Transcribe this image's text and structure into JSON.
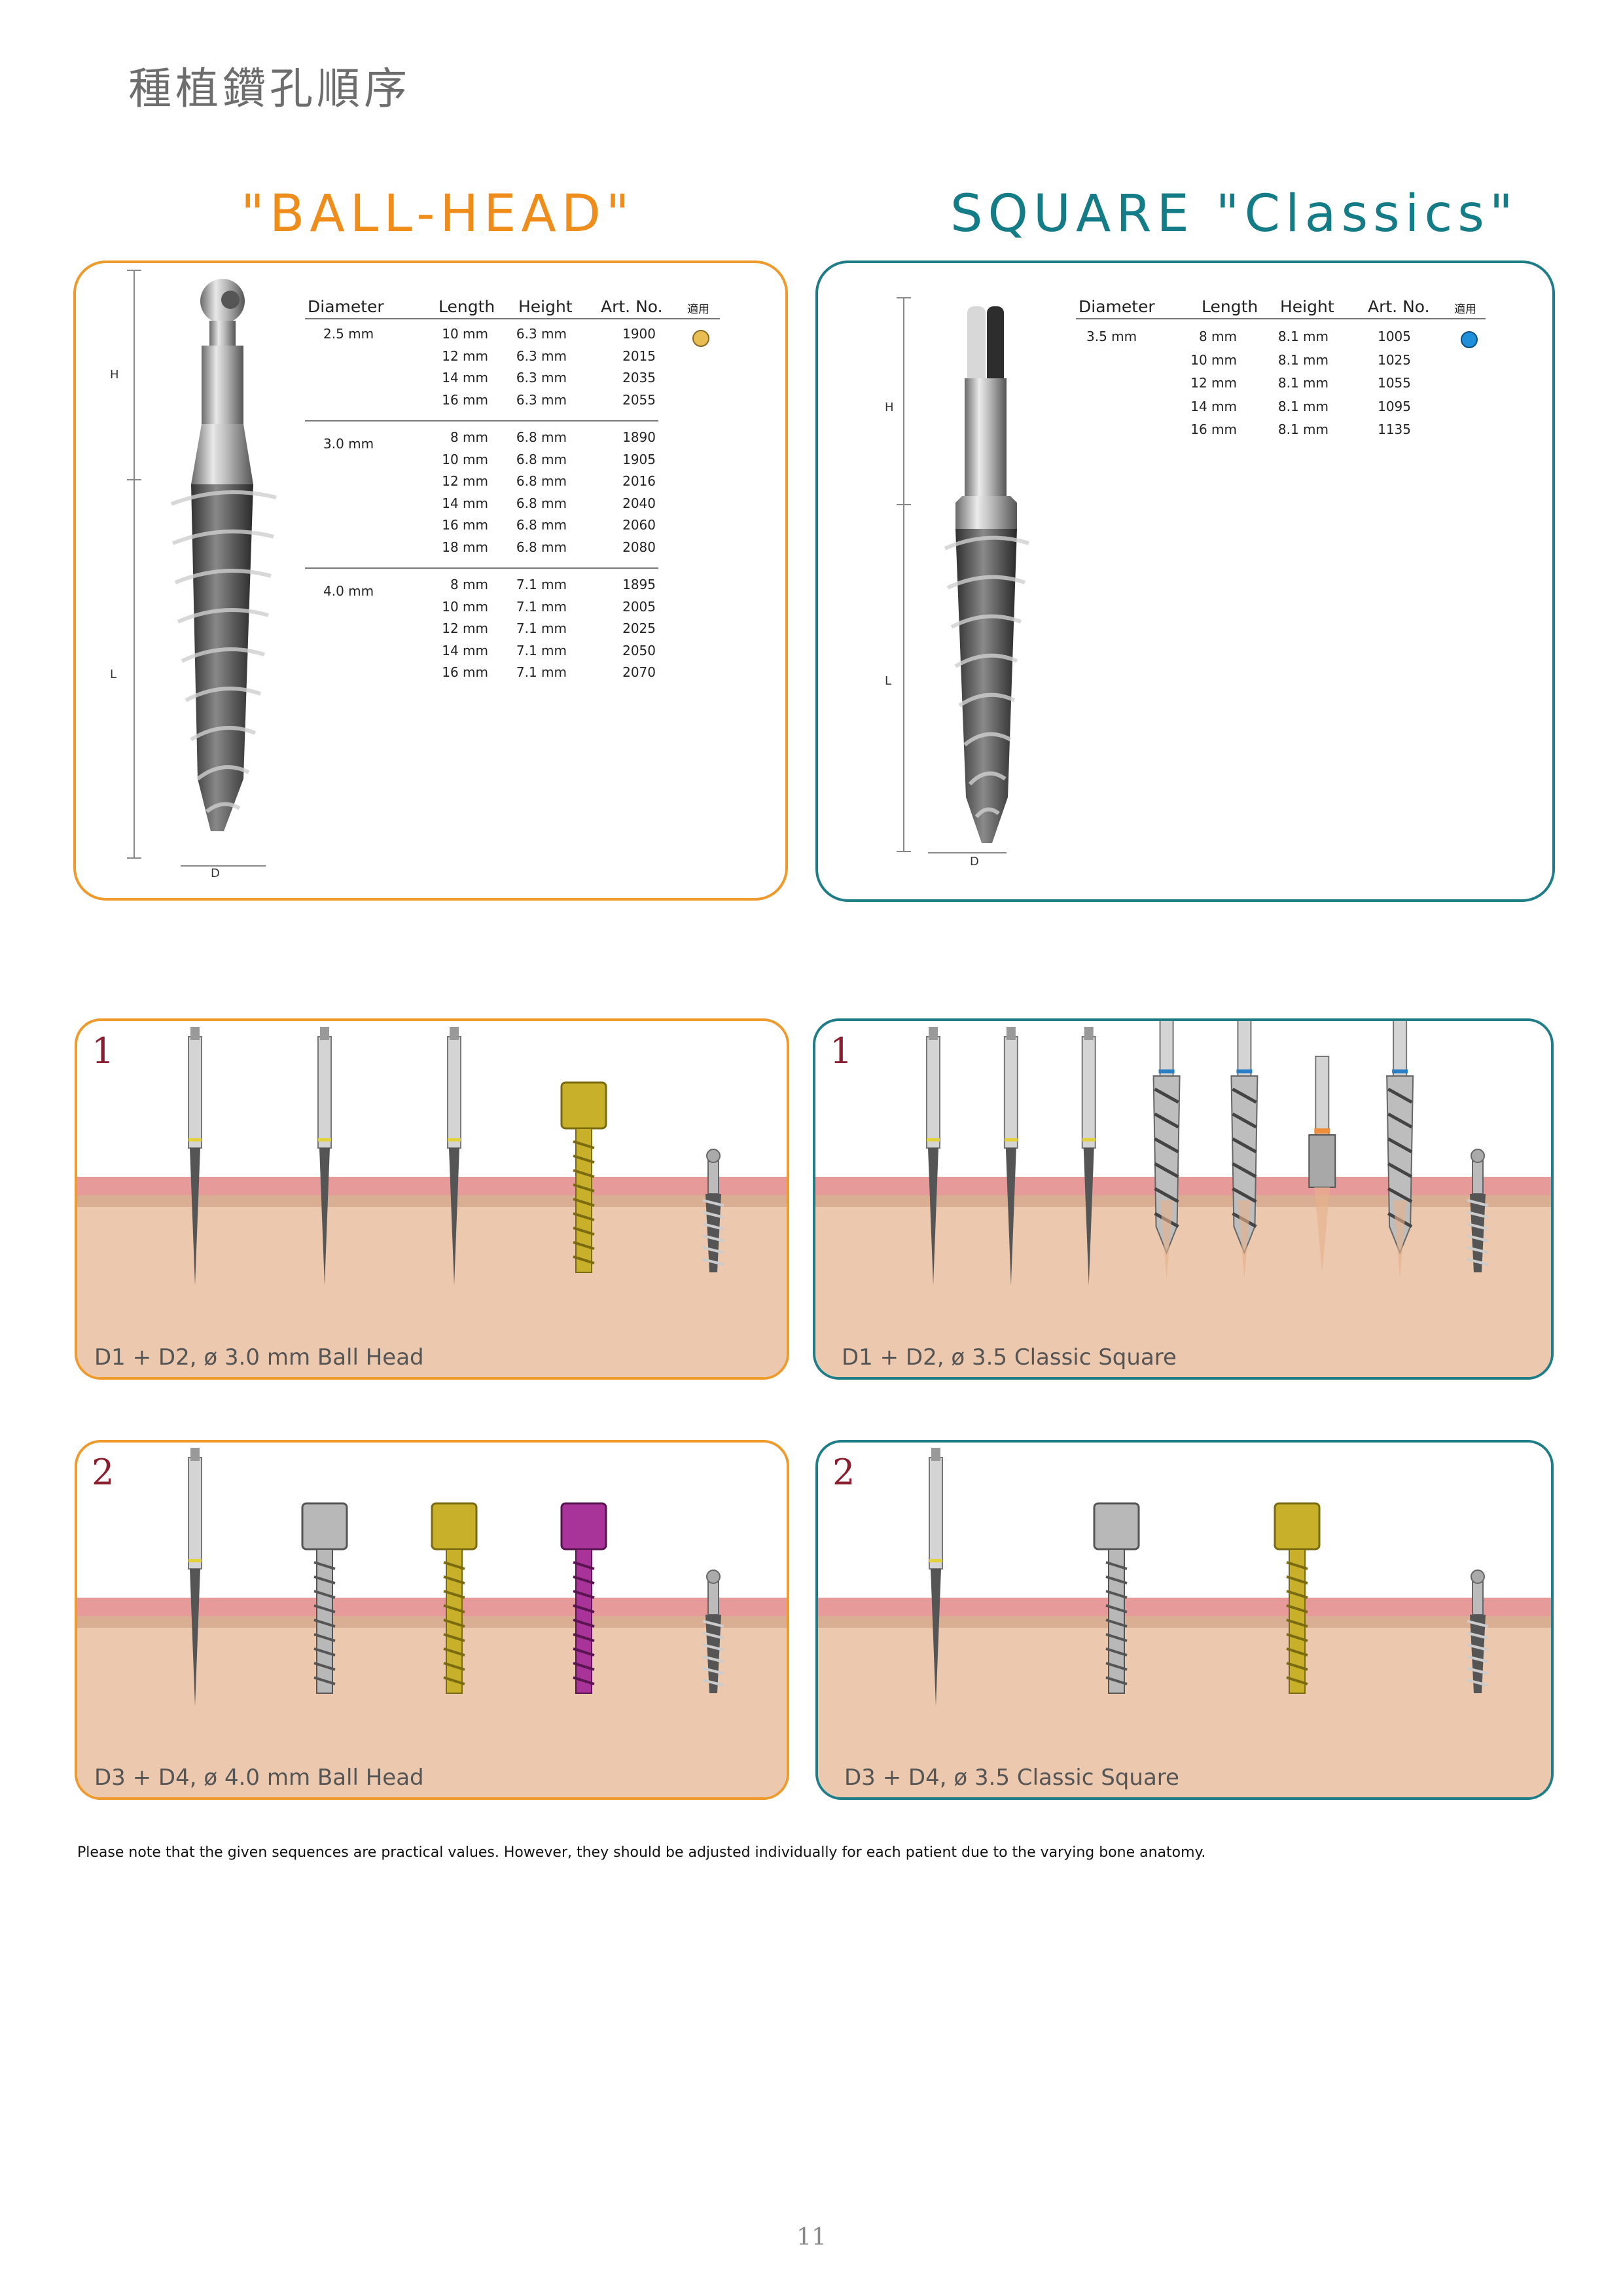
{
  "page_title": "種植鑽孔順序",
  "ball_head": {
    "title": "\"BALL-HEAD\"",
    "dim_labels": {
      "h": "H",
      "l": "L",
      "d": "D"
    },
    "headers": [
      "Diameter",
      "Length",
      "Height",
      "Art. No.",
      "適用"
    ],
    "dot_color": "#e8be52",
    "groups": [
      {
        "diameter": "2.5 mm",
        "rows": [
          {
            "length": "10 mm",
            "height": "6.3 mm",
            "art": "1900"
          },
          {
            "length": "12 mm",
            "height": "6.3 mm",
            "art": "2015"
          },
          {
            "length": "14 mm",
            "height": "6.3 mm",
            "art": "2035"
          },
          {
            "length": "16 mm",
            "height": "6.3 mm",
            "art": "2055"
          }
        ]
      },
      {
        "diameter": "3.0 mm",
        "rows": [
          {
            "length": "8 mm",
            "height": "6.8 mm",
            "art": "1890"
          },
          {
            "length": "10 mm",
            "height": "6.8 mm",
            "art": "1905"
          },
          {
            "length": "12 mm",
            "height": "6.8 mm",
            "art": "2016"
          },
          {
            "length": "14 mm",
            "height": "6.8 mm",
            "art": "2040"
          },
          {
            "length": "16 mm",
            "height": "6.8 mm",
            "art": "2060"
          },
          {
            "length": "18 mm",
            "height": "6.8 mm",
            "art": "2080"
          }
        ]
      },
      {
        "diameter": "4.0 mm",
        "rows": [
          {
            "length": "8 mm",
            "height": "7.1 mm",
            "art": "1895"
          },
          {
            "length": "10 mm",
            "height": "7.1 mm",
            "art": "2005"
          },
          {
            "length": "12 mm",
            "height": "7.1 mm",
            "art": "2025"
          },
          {
            "length": "14 mm",
            "height": "7.1 mm",
            "art": "2050"
          },
          {
            "length": "16 mm",
            "height": "7.1 mm",
            "art": "2070"
          }
        ]
      }
    ]
  },
  "square": {
    "title": "SQUARE \"Classics\"",
    "dim_labels": {
      "h": "H",
      "l": "L",
      "d": "D"
    },
    "headers": [
      "Diameter",
      "Length",
      "Height",
      "Art. No.",
      "適用"
    ],
    "dot_color": "#1e8fd8",
    "groups": [
      {
        "diameter": "3.5 mm",
        "rows": [
          {
            "length": "8 mm",
            "height": "8.1 mm",
            "art": "1005"
          },
          {
            "length": "10 mm",
            "height": "8.1 mm",
            "art": "1025"
          },
          {
            "length": "12 mm",
            "height": "8.1 mm",
            "art": "1055"
          },
          {
            "length": "14 mm",
            "height": "8.1 mm",
            "art": "1095"
          },
          {
            "length": "16 mm",
            "height": "8.1 mm",
            "art": "1135"
          }
        ]
      }
    ]
  },
  "sequences": [
    {
      "step": "1",
      "caption": "D1 + D2, ø 3.0 mm Ball Head"
    },
    {
      "step": "1",
      "caption": "D1 + D2, ø 3.5 Classic Square"
    },
    {
      "step": "2",
      "caption": "D3 + D4, ø 4.0 mm Ball Head"
    },
    {
      "step": "2",
      "caption": "D3 + D4, ø 3.5 Classic Square"
    }
  ],
  "note": "Please note that the given sequences are practical values. However, they should be adjusted individually for each patient due to the varying bone anatomy.",
  "page_number": "11"
}
